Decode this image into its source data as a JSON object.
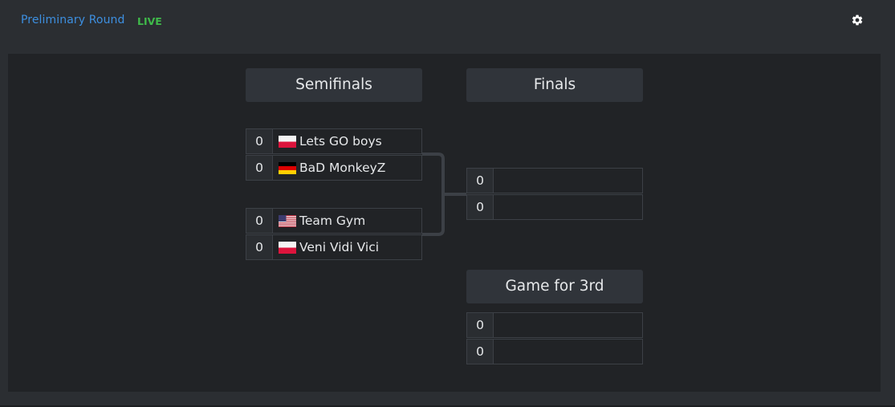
{
  "header": {
    "title": "Preliminary Round",
    "live_badge": "LIVE",
    "settings_icon": "gear-icon"
  },
  "colors": {
    "title": "#3d8fe0",
    "live": "#3fba4a",
    "background": "#2b2e32",
    "panel": "#212326"
  },
  "rounds": {
    "semifinals": "Semifinals",
    "finals": "Finals",
    "third_place": "Game for 3rd"
  },
  "semifinal_1": {
    "team_a": {
      "score": "0",
      "name": "Lets GO boys",
      "flag": "poland-flag-icon"
    },
    "team_b": {
      "score": "0",
      "name": "BaD MonkeyZ",
      "flag": "germany-flag-icon"
    }
  },
  "semifinal_2": {
    "team_a": {
      "score": "0",
      "name": "Team Gym",
      "flag": "usa-flag-icon"
    },
    "team_b": {
      "score": "0",
      "name": "Veni Vidi Vici",
      "flag": "poland-flag-icon"
    }
  },
  "final": {
    "team_a": {
      "score": "0",
      "name": ""
    },
    "team_b": {
      "score": "0",
      "name": ""
    }
  },
  "third_place_game": {
    "team_a": {
      "score": "0",
      "name": ""
    },
    "team_b": {
      "score": "0",
      "name": ""
    }
  }
}
